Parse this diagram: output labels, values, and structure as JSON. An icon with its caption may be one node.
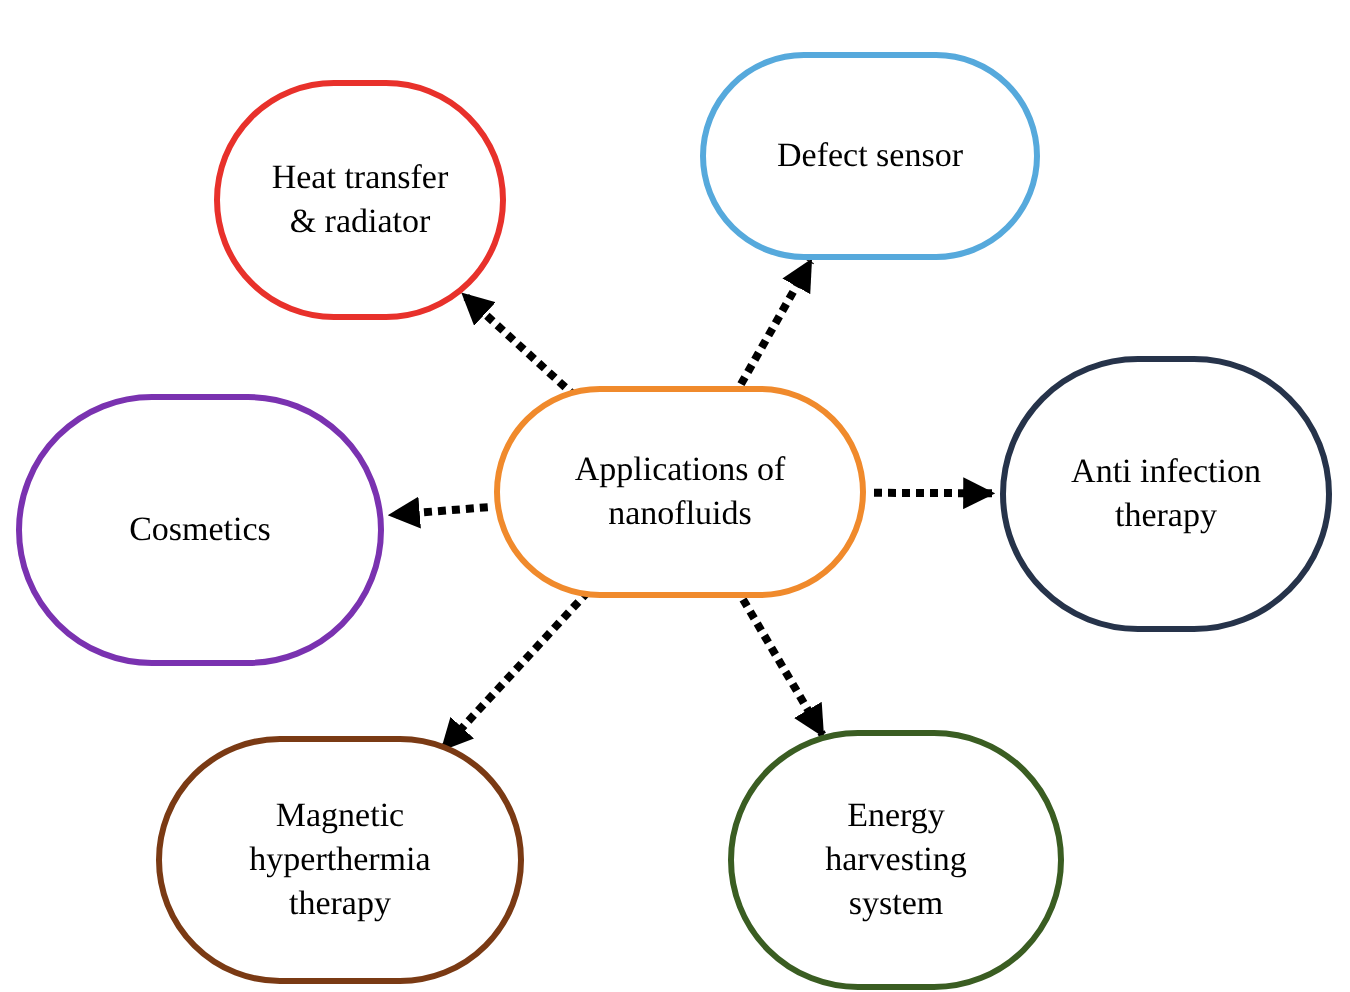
{
  "diagram": {
    "nodes": [
      {
        "text": [
          "Heat transfer & radiator"
        ]
      },
      {
        "text": [
          "Defect sensor"
        ]
      },
      {
        "text": [
          "Cosmetics"
        ]
      },
      {
        "text": [
          "Applications of nanofluids"
        ]
      },
      {
        "text": [
          "Anti infection therapy"
        ]
      },
      {
        "text": [
          "Magnetic hyperthermia therapy"
        ]
      },
      {
        "text": [
          "Energy harvesting system"
        ]
      }
    ],
    "edges": [
      {
        "from": 3,
        "to": 0,
        "arrow": "to"
      },
      {
        "from": 3,
        "to": 1,
        "arrow": "to"
      },
      {
        "from": 3,
        "to": 4,
        "arrow": "to"
      },
      {
        "from": 3,
        "to": 2,
        "arrow": "to"
      },
      {
        "from": 3,
        "to": 5,
        "arrow": "to"
      },
      {
        "from": 3,
        "to": 6,
        "arrow": "to"
      }
    ]
  }
}
